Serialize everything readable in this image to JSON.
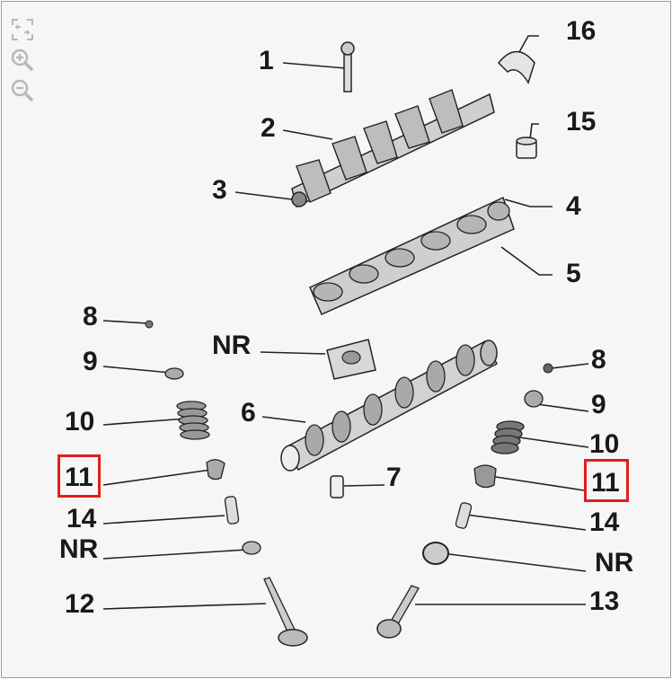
{
  "toolbar": {
    "icons": [
      "fit-screen-icon",
      "zoom-in-icon",
      "zoom-out-icon"
    ]
  },
  "highlight_color": "#e01e1e",
  "callouts": {
    "c1": "1",
    "c2": "2",
    "c3": "3",
    "c4": "4",
    "c5": "5",
    "c6": "6",
    "c7": "7",
    "c8_left": "8",
    "c8_right": "8",
    "c9_left": "9",
    "c9_right": "9",
    "c10_left": "10",
    "c10_right": "10",
    "c11_left": "11",
    "c11_right": "11",
    "c12": "12",
    "c13": "13",
    "c14_left": "14",
    "c14_right": "14",
    "c15": "15",
    "c16": "16",
    "nr_top": "NR",
    "nr_left": "NR",
    "nr_right": "NR"
  }
}
